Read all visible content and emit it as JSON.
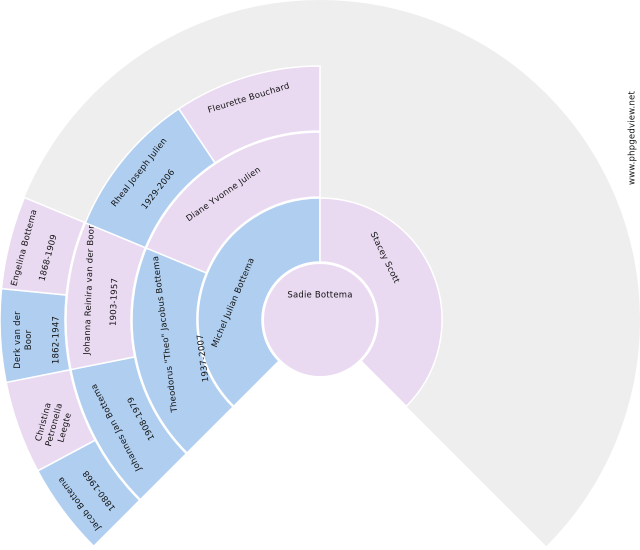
{
  "chart_data": {
    "type": "fan",
    "title": "",
    "colors": {
      "male": "#b0cff0",
      "female": "#e9d9f1",
      "background": "#eeeeee",
      "separator": "#ffffff"
    },
    "span_degrees": 270,
    "people": [
      {
        "gen": 0,
        "slot": 0,
        "name": "Sadie Bottema",
        "dates": "",
        "sex": "female"
      },
      {
        "gen": 1,
        "slot": 0,
        "name": "Michel Julian Bottema",
        "dates": "",
        "sex": "male"
      },
      {
        "gen": 1,
        "slot": 1,
        "name": "Stacey Scott",
        "dates": "",
        "sex": "female"
      },
      {
        "gen": 2,
        "slot": 0,
        "name": "Theodorus \"Theo\" Jacobus Bottema",
        "dates": "1937-2007",
        "sex": "male"
      },
      {
        "gen": 2,
        "slot": 1,
        "name": "Diane Yvonne Julien",
        "dates": "",
        "sex": "female"
      },
      {
        "gen": 3,
        "slot": 0,
        "name": "Johannes Jan Bottema",
        "dates": "1908-1979",
        "sex": "male"
      },
      {
        "gen": 3,
        "slot": 1,
        "name": "Johanna Reinira van der Boor",
        "dates": "1903-1957",
        "sex": "female"
      },
      {
        "gen": 3,
        "slot": 2,
        "name": "Rheal Joseph Julien",
        "dates": "1929-2006",
        "sex": "male"
      },
      {
        "gen": 3,
        "slot": 3,
        "name": "Fleurette Bouchard",
        "dates": "",
        "sex": "female"
      },
      {
        "gen": 4,
        "slot": 0,
        "name": "Jacob Bottema",
        "dates": "1880-1968",
        "sex": "male"
      },
      {
        "gen": 4,
        "slot": 1,
        "name": "Christina\nPetronella\nLeegte",
        "dates": "",
        "sex": "female"
      },
      {
        "gen": 4,
        "slot": 2,
        "name": "Derk van der\nBoor",
        "dates": "1862-1947",
        "sex": "male"
      },
      {
        "gen": 4,
        "slot": 3,
        "name": "Engelina Bottema",
        "dates": "1868-1909",
        "sex": "female"
      }
    ]
  },
  "watermark": "www.phpgedview.net"
}
